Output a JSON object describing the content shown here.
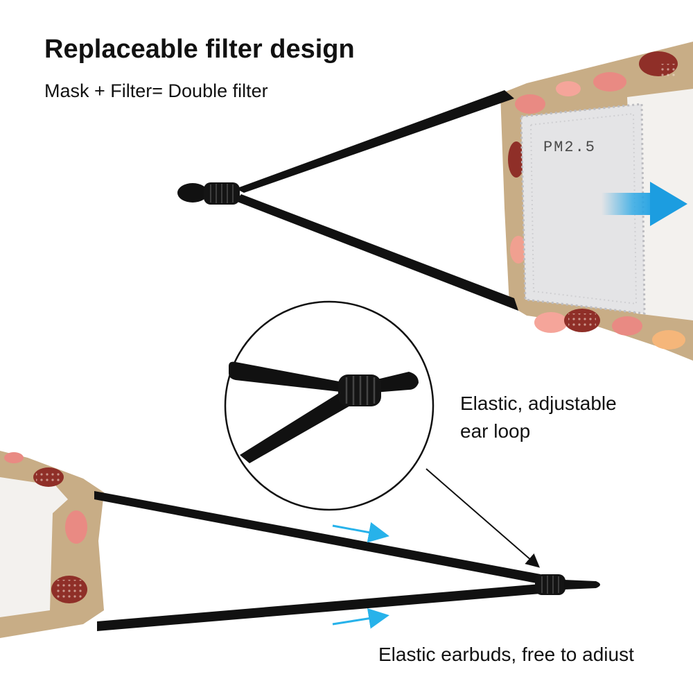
{
  "header": {
    "title": "Replaceable filter design",
    "subtitle": "Mask + Filter= Double filter"
  },
  "filter": {
    "label": "PM2.5"
  },
  "callouts": {
    "zoom_line_1": "Elastic, adjustable",
    "zoom_line_2": "ear loop",
    "bottom": "Elastic earbuds, free to adiust"
  },
  "colors": {
    "fabric": "#c8ad86",
    "strap": "#111111",
    "arrow_blue": "#2aa8e6",
    "filter_gray": "#e4e4e6"
  }
}
